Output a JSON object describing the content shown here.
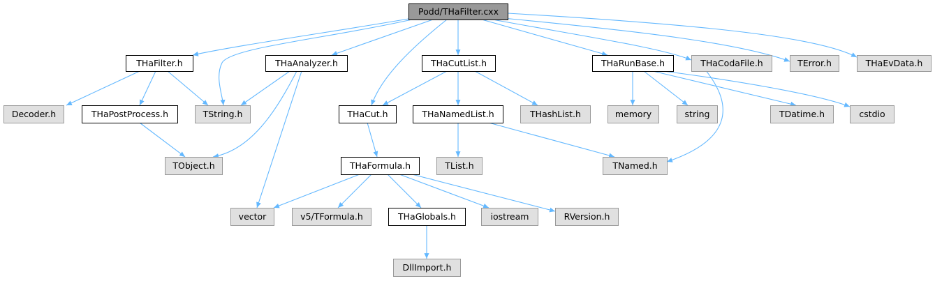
{
  "diagram": {
    "kind": "include-dependency-graph",
    "colors": {
      "root_fill": "#999999",
      "local_fill": "#ffffff",
      "external_fill": "#e0e0e0",
      "local_stroke": "#000000",
      "external_stroke": "#999999",
      "edge": "#63b8ff"
    },
    "nodes": [
      {
        "id": "root",
        "label": "Podd/THaFilter.cxx",
        "kind": "root"
      },
      {
        "id": "thafilter",
        "label": "THaFilter.h",
        "kind": "local"
      },
      {
        "id": "thaanalyzer",
        "label": "THaAnalyzer.h",
        "kind": "local"
      },
      {
        "id": "thacutlist",
        "label": "THaCutList.h",
        "kind": "local"
      },
      {
        "id": "tharunbase",
        "label": "THaRunBase.h",
        "kind": "local"
      },
      {
        "id": "thacodafile",
        "label": "THaCodaFile.h",
        "kind": "external"
      },
      {
        "id": "terror",
        "label": "TError.h",
        "kind": "external"
      },
      {
        "id": "thaevdata",
        "label": "THaEvData.h",
        "kind": "external"
      },
      {
        "id": "decoder",
        "label": "Decoder.h",
        "kind": "external"
      },
      {
        "id": "thapostprocess",
        "label": "THaPostProcess.h",
        "kind": "local"
      },
      {
        "id": "tstring",
        "label": "TString.h",
        "kind": "external"
      },
      {
        "id": "thacut",
        "label": "THaCut.h",
        "kind": "local"
      },
      {
        "id": "thanamedlist",
        "label": "THaNamedList.h",
        "kind": "local"
      },
      {
        "id": "thashlist",
        "label": "THashList.h",
        "kind": "external"
      },
      {
        "id": "memory",
        "label": "memory",
        "kind": "external"
      },
      {
        "id": "string",
        "label": "string",
        "kind": "external"
      },
      {
        "id": "tdatime",
        "label": "TDatime.h",
        "kind": "external"
      },
      {
        "id": "cstdio",
        "label": "cstdio",
        "kind": "external"
      },
      {
        "id": "tobject",
        "label": "TObject.h",
        "kind": "external"
      },
      {
        "id": "thaformula",
        "label": "THaFormula.h",
        "kind": "local"
      },
      {
        "id": "tlist",
        "label": "TList.h",
        "kind": "external"
      },
      {
        "id": "tnamed",
        "label": "TNamed.h",
        "kind": "external"
      },
      {
        "id": "vector",
        "label": "vector",
        "kind": "external"
      },
      {
        "id": "tformula",
        "label": "v5/TFormula.h",
        "kind": "external"
      },
      {
        "id": "thaglobals",
        "label": "THaGlobals.h",
        "kind": "local"
      },
      {
        "id": "iostream",
        "label": "iostream",
        "kind": "external"
      },
      {
        "id": "rversion",
        "label": "RVersion.h",
        "kind": "external"
      },
      {
        "id": "dllimport",
        "label": "DllImport.h",
        "kind": "external"
      }
    ],
    "edges": [
      {
        "from": "root",
        "to": "thafilter"
      },
      {
        "from": "root",
        "to": "tstring"
      },
      {
        "from": "root",
        "to": "thaanalyzer"
      },
      {
        "from": "root",
        "to": "thacut"
      },
      {
        "from": "root",
        "to": "thacutlist"
      },
      {
        "from": "root",
        "to": "tharunbase"
      },
      {
        "from": "root",
        "to": "thacodafile"
      },
      {
        "from": "root",
        "to": "terror"
      },
      {
        "from": "root",
        "to": "thaevdata"
      },
      {
        "from": "thafilter",
        "to": "decoder"
      },
      {
        "from": "thafilter",
        "to": "thapostprocess"
      },
      {
        "from": "thafilter",
        "to": "tstring"
      },
      {
        "from": "thapostprocess",
        "to": "tobject"
      },
      {
        "from": "thaanalyzer",
        "to": "tstring"
      },
      {
        "from": "thaanalyzer",
        "to": "tobject"
      },
      {
        "from": "thaanalyzer",
        "to": "vector"
      },
      {
        "from": "thacutlist",
        "to": "thacut"
      },
      {
        "from": "thacutlist",
        "to": "thanamedlist"
      },
      {
        "from": "thacutlist",
        "to": "thashlist"
      },
      {
        "from": "thacut",
        "to": "thaformula"
      },
      {
        "from": "thanamedlist",
        "to": "tlist"
      },
      {
        "from": "thanamedlist",
        "to": "tnamed"
      },
      {
        "from": "tharunbase",
        "to": "memory"
      },
      {
        "from": "tharunbase",
        "to": "string"
      },
      {
        "from": "tharunbase",
        "to": "tdatime"
      },
      {
        "from": "tharunbase",
        "to": "cstdio"
      },
      {
        "from": "tharunbase",
        "to": "tnamed"
      },
      {
        "from": "thaformula",
        "to": "vector"
      },
      {
        "from": "thaformula",
        "to": "tformula"
      },
      {
        "from": "thaformula",
        "to": "thaglobals"
      },
      {
        "from": "thaformula",
        "to": "iostream"
      },
      {
        "from": "thaformula",
        "to": "rversion"
      },
      {
        "from": "thaglobals",
        "to": "dllimport"
      }
    ]
  }
}
